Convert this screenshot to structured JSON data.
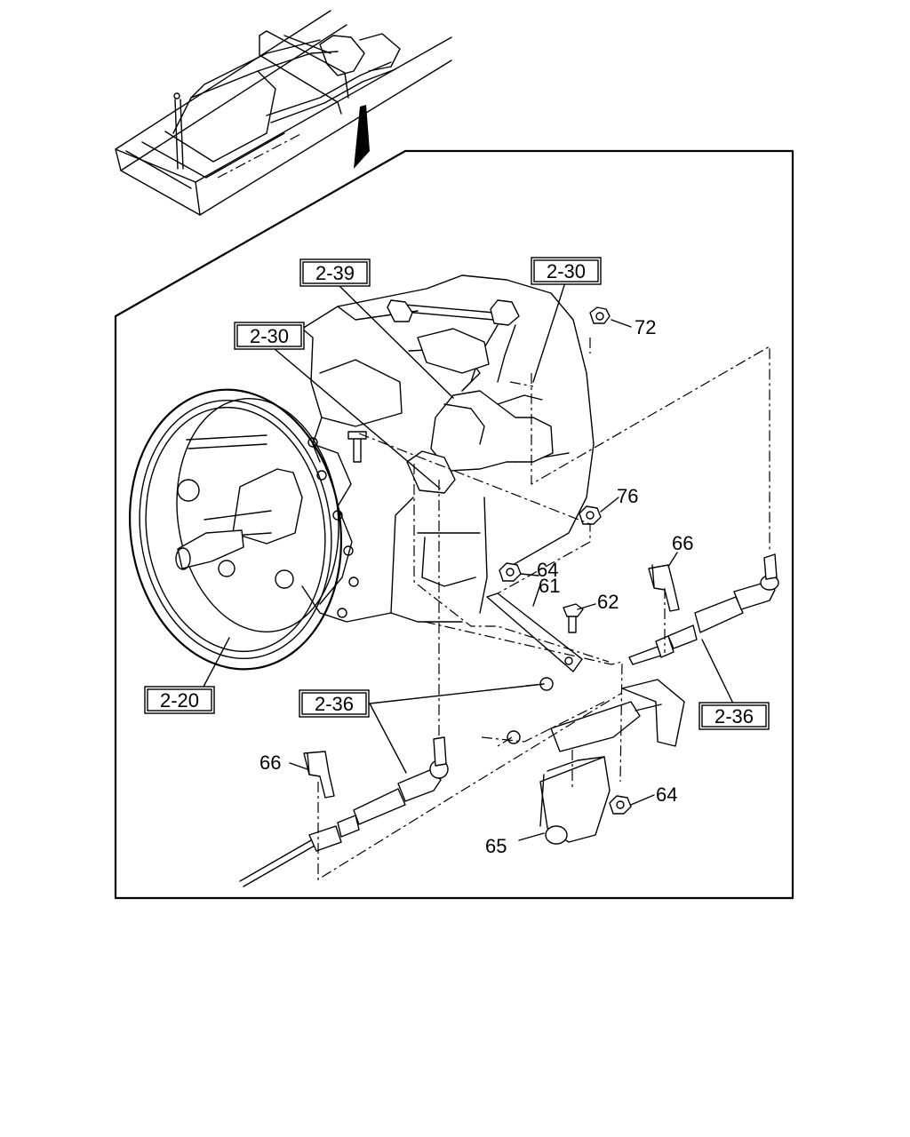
{
  "refs": {
    "r_2_39": "2-39",
    "r_2_30_top": "2-30",
    "r_2_30_left": "2-30",
    "r_2_20": "2-20",
    "r_2_36_left": "2-36",
    "r_2_36_right": "2-36"
  },
  "parts": {
    "p72": "72",
    "p76": "76",
    "p64_upper": "64",
    "p61": "61",
    "p62": "62",
    "p66_right": "66",
    "p66_left": "66",
    "p64_lower": "64",
    "p65": "65"
  }
}
